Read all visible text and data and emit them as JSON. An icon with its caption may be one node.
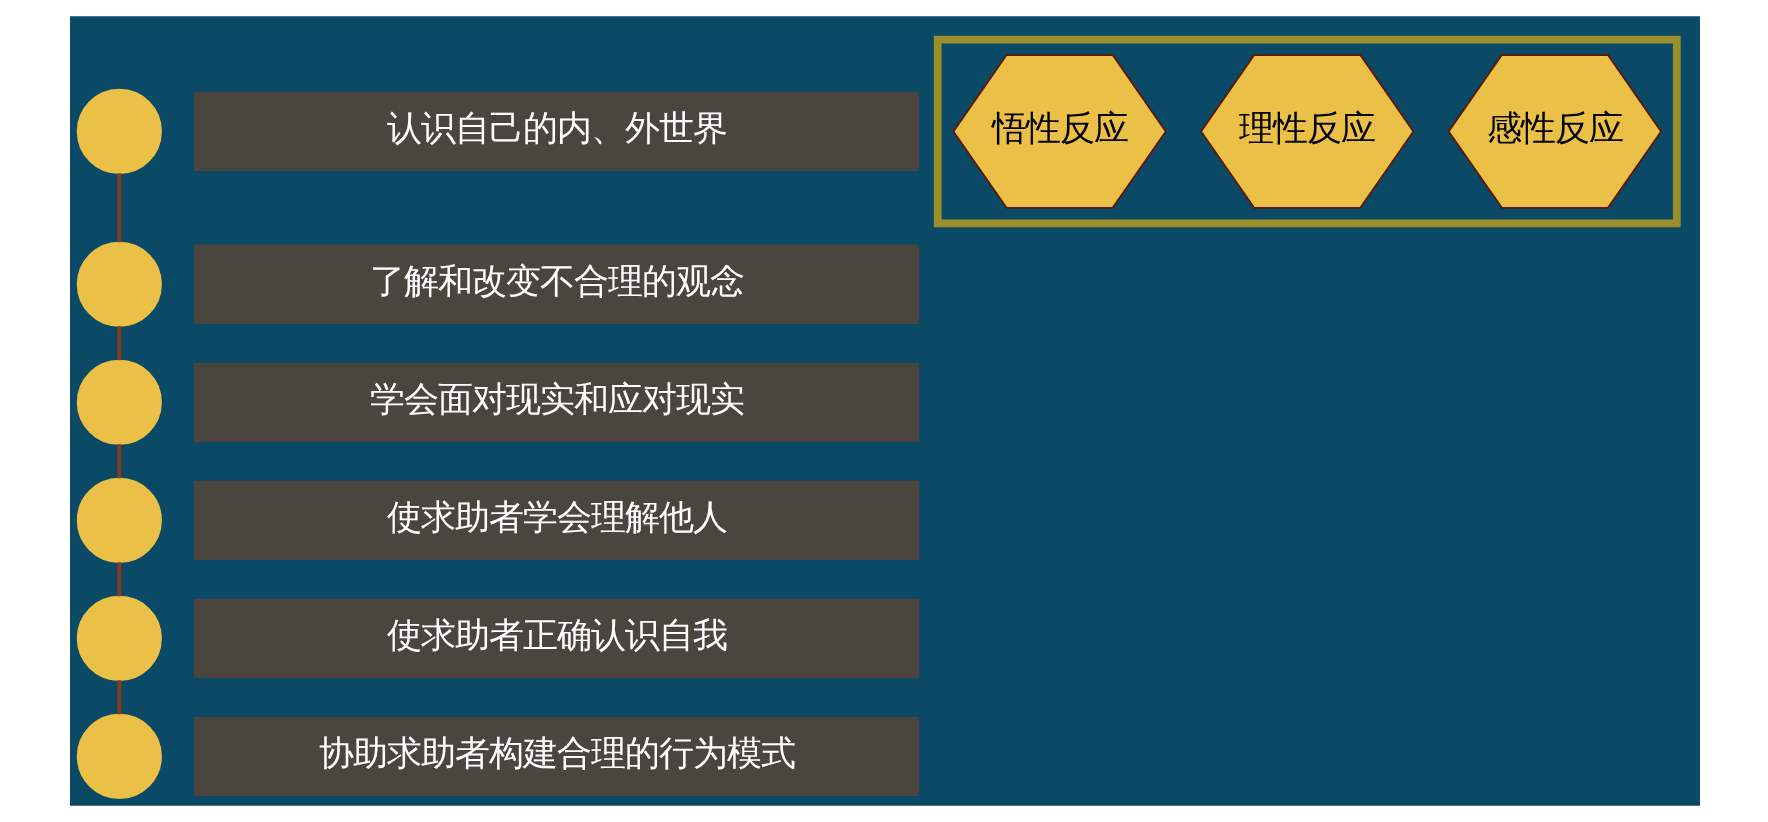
{
  "diagram": {
    "nodes": [
      {
        "text": [],
        "shape": "circle"
      },
      {
        "text": [
          "认识自己的内、外世界"
        ]
      },
      {
        "text": [],
        "shape": "circle"
      },
      {
        "text": [
          "了解和改变不合理的观念"
        ]
      },
      {
        "text": [],
        "shape": "circle"
      },
      {
        "text": [
          "学会面对现实和应对现实"
        ]
      },
      {
        "text": [],
        "shape": "circle"
      },
      {
        "text": [
          "使求助者学会理解他人"
        ]
      },
      {
        "text": [],
        "shape": "circle"
      },
      {
        "text": [
          "使求助者正确认识自我"
        ]
      },
      {
        "text": [],
        "shape": "circle"
      },
      {
        "text": [
          "协助求助者构建合理的行为模式"
        ]
      },
      {
        "text": [],
        "shape": "box"
      },
      {
        "text": [
          "感性反应"
        ],
        "in": 12
      },
      {
        "text": [
          "理性反应"
        ],
        "in": 12
      },
      {
        "text": [
          "悟性反应"
        ],
        "in": 12
      }
    ],
    "edges": [
      {
        "from": 0,
        "to": 2,
        "arrow": "none"
      },
      {
        "from": 2,
        "to": 4,
        "arrow": "none"
      },
      {
        "from": 4,
        "to": 6,
        "arrow": "none"
      },
      {
        "from": 6,
        "to": 8,
        "arrow": "none"
      },
      {
        "from": 8,
        "to": 10,
        "arrow": "none"
      }
    ]
  }
}
